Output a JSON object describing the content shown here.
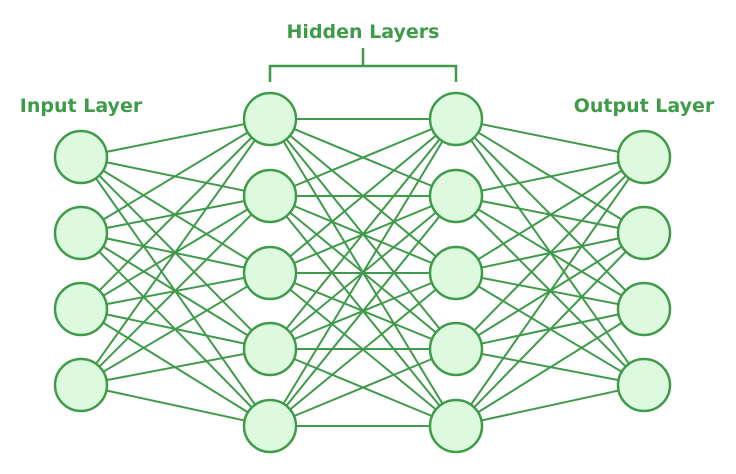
{
  "title": "Hidden Layers",
  "labels": {
    "input": "Input Layer",
    "hidden": "Hidden Layers",
    "output": "Output Layer"
  },
  "colors": {
    "stroke": "#3f9a4a",
    "node_fill": "#defade",
    "text": "#3f9a4a"
  },
  "network": {
    "layers": [
      {
        "name": "input",
        "neurons": 4
      },
      {
        "name": "hidden-1",
        "neurons": 5
      },
      {
        "name": "hidden-2",
        "neurons": 5
      },
      {
        "name": "output",
        "neurons": 4
      }
    ],
    "connectivity": "fully-connected"
  }
}
